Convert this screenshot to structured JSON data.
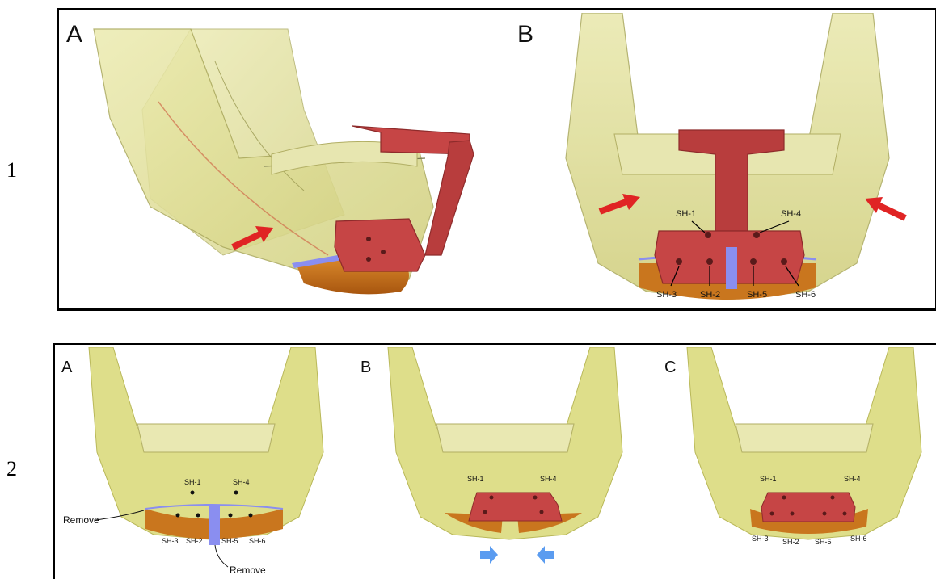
{
  "rows": [
    {
      "label": "1",
      "panels": [
        {
          "letter": "A"
        },
        {
          "letter": "B",
          "callouts": [
            "SH-1",
            "SH-4",
            "SH-3",
            "SH-2",
            "SH-5",
            "SH-6"
          ]
        }
      ]
    },
    {
      "label": "2",
      "panels": [
        {
          "letter": "A",
          "callouts": [
            "SH-1",
            "SH-4",
            "SH-3",
            "SH-2",
            "SH-5",
            "SH-6"
          ],
          "notes": [
            "Remove",
            "Remove"
          ]
        },
        {
          "letter": "B",
          "callouts": [
            "SH-1",
            "SH-4"
          ]
        },
        {
          "letter": "C",
          "callouts": [
            "SH-1",
            "SH-4",
            "SH-3",
            "SH-2",
            "SH-5",
            "SH-6"
          ]
        }
      ]
    }
  ],
  "colors": {
    "bone": "#dede8a",
    "bone_shade": "#b9b859",
    "guide": "#c64545",
    "chin": "#c9761e",
    "cut_strip": "#8a8ef0",
    "red_arrow": "#e02424",
    "blue_arrow": "#5b9cf0"
  }
}
